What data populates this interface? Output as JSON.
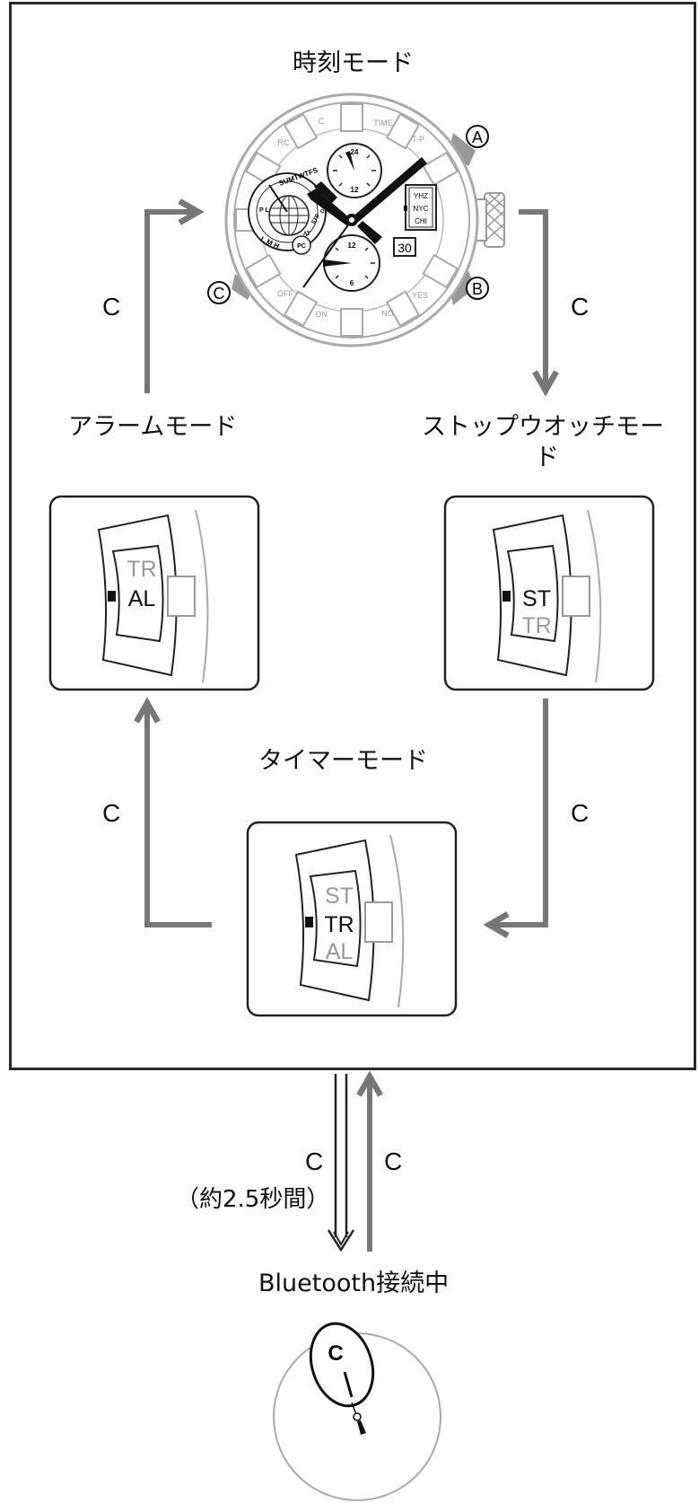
{
  "modes": {
    "time": "時刻モード",
    "alarm": "アラームモード",
    "stopwatch": "ストップウオッチモー",
    "stopwatch_cont": "ド",
    "timer": "タイマーモード"
  },
  "transitions": {
    "time_to_stopwatch": "C",
    "stopwatch_to_timer": "C",
    "timer_to_alarm": "C",
    "alarm_to_time": "C",
    "to_bluetooth": "C",
    "to_bluetooth_note": "（約2.5秒間）",
    "from_bluetooth": "C"
  },
  "bluetooth": {
    "label": "Bluetooth接続中",
    "hand_label": "C"
  },
  "buttons": {
    "a": "A",
    "b": "B",
    "c": "C"
  },
  "watch": {
    "ring": [
      "C",
      "TIME",
      "T-P",
      "YES",
      "NO",
      "ON",
      "OFF",
      "RC"
    ],
    "sub_top": {
      "n24": "24",
      "n12": "12"
    },
    "sub_bottom": {
      "n12": "12",
      "n6": "6"
    },
    "cities": [
      "YHZ",
      "NYC",
      "CHI"
    ],
    "date": "30",
    "days": "SUMTWTFS",
    "dst": "DST",
    "std": "STD",
    "at": "AT",
    "pc": "PC",
    "lmh": "L M H",
    "pl": "P L"
  },
  "panels": {
    "alarm": {
      "top": "TR",
      "main": "AL"
    },
    "stopwatch": {
      "main": "ST",
      "bottom": "TR"
    },
    "timer": {
      "top": "ST",
      "main": "TR",
      "bottom": "AL"
    }
  }
}
